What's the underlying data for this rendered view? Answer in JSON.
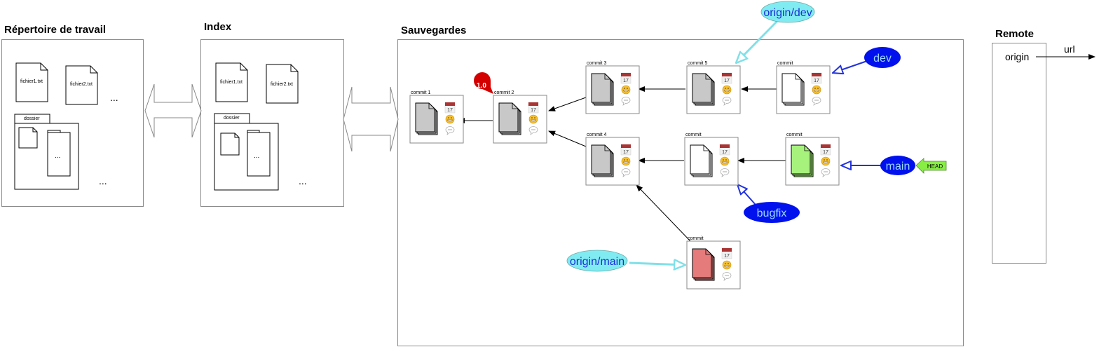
{
  "sections": {
    "working_dir": {
      "title": "Répertoire de travail"
    },
    "index": {
      "title": "Index"
    },
    "commits": {
      "title": "Sauvegardes"
    },
    "remote": {
      "title": "Remote",
      "origin_label": "origin",
      "url_label": "url"
    }
  },
  "files": {
    "file1": "fichier1.txt",
    "file2": "fichier2.txt",
    "folder": "dossier",
    "ellipsis": "..."
  },
  "commits": [
    {
      "id": "c1",
      "label": "commit 1",
      "color": "#c8c8c8"
    },
    {
      "id": "c2",
      "label": "commit 2",
      "color": "#c8c8c8",
      "tag": "1.0"
    },
    {
      "id": "c3",
      "label": "commit 3",
      "color": "#c8c8c8"
    },
    {
      "id": "c5",
      "label": "commit 5",
      "color": "#c8c8c8"
    },
    {
      "id": "c6",
      "label": "commit",
      "color": "#ffffff"
    },
    {
      "id": "c4",
      "label": "commit 4",
      "color": "#c8c8c8"
    },
    {
      "id": "c7",
      "label": "commit",
      "color": "#ffffff"
    },
    {
      "id": "c8",
      "label": "commit",
      "color": "#a6f27d"
    },
    {
      "id": "c9",
      "label": "commit",
      "color": "#e57b7b"
    }
  ],
  "calendar_day": "17",
  "branches": {
    "origin_dev": "origin/dev",
    "dev": "dev",
    "main": "main",
    "bugfix": "bugfix",
    "origin_main": "origin/main",
    "head": "HEAD"
  },
  "colors": {
    "local_branch": "#0011ee",
    "local_branch_text": "#9ad9ff",
    "remote_branch": "#80ecf2",
    "remote_branch_text": "#1a2fd6",
    "head": "#88ee44",
    "tag": "#d40000"
  }
}
